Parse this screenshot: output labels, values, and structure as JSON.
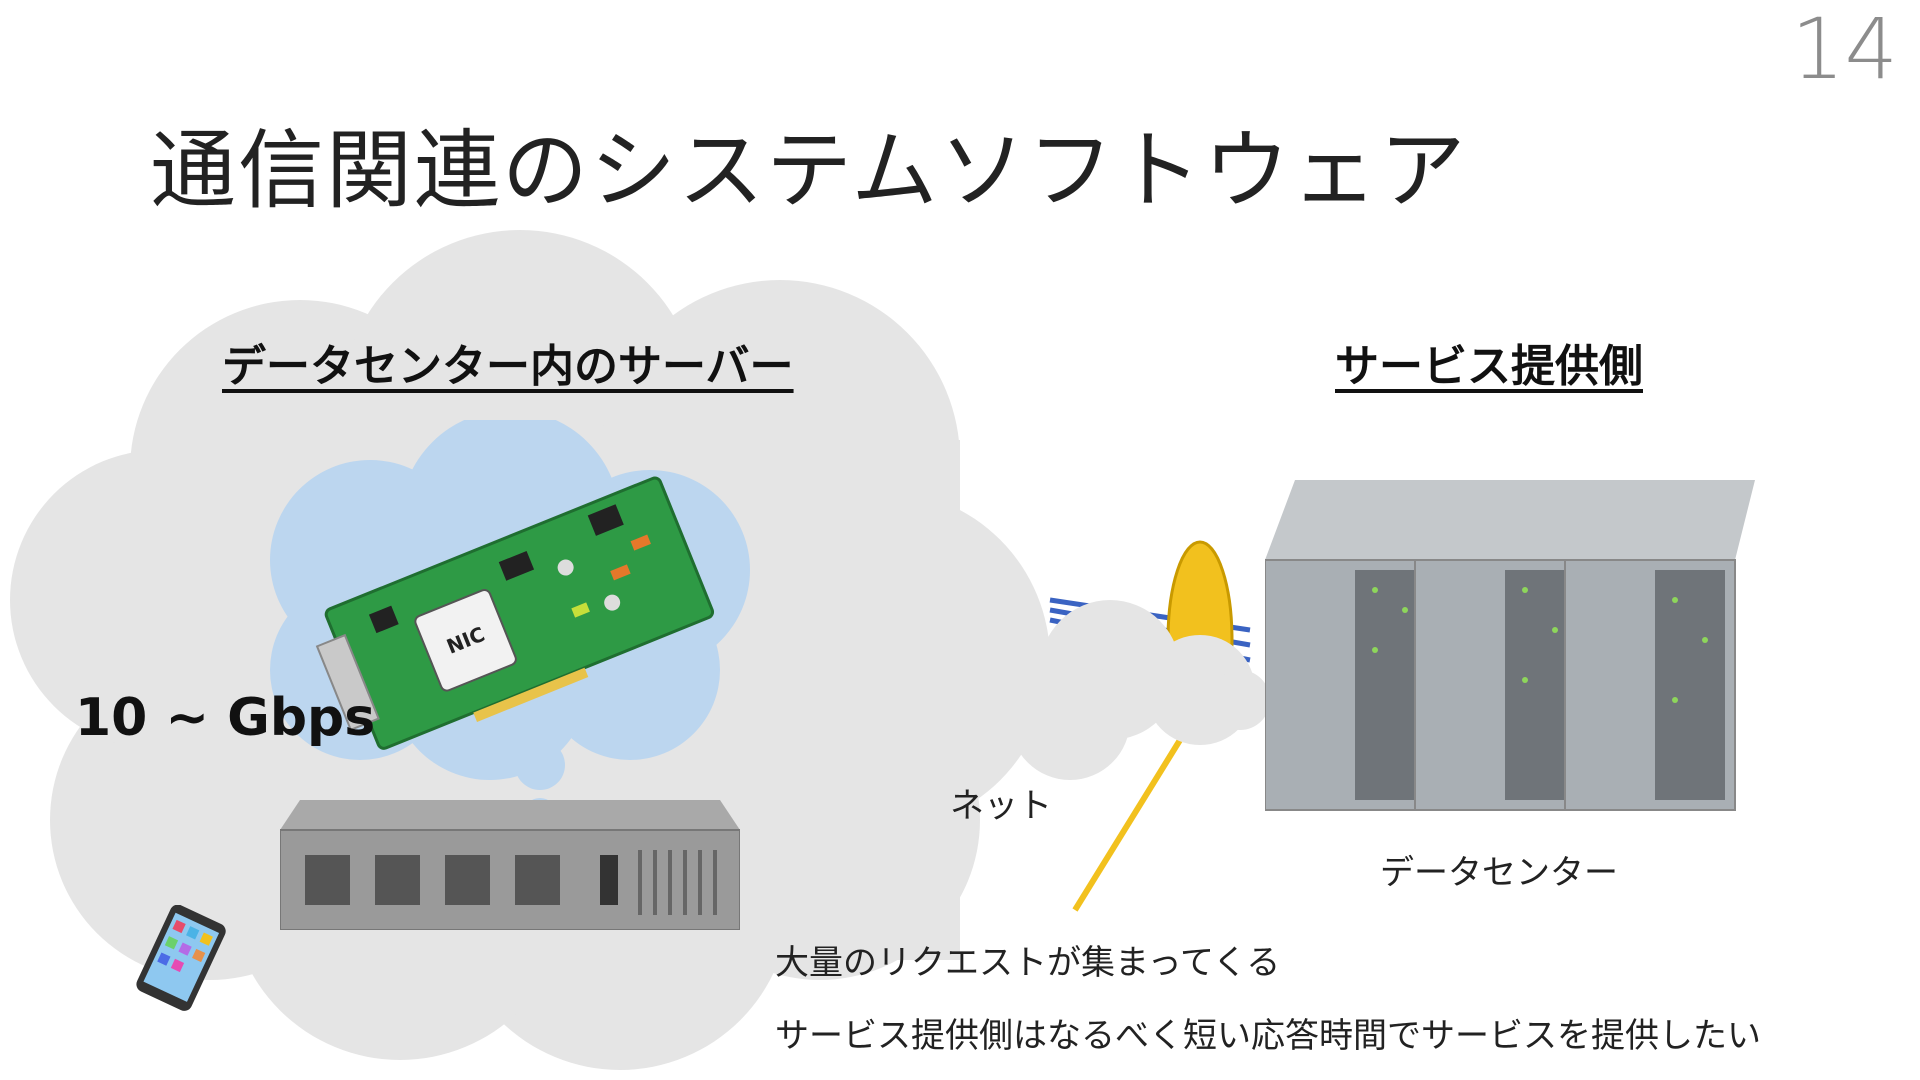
{
  "slide": {
    "page_number": "14",
    "title": "通信関連のシステムソフトウェア"
  },
  "left_panel": {
    "heading": "データセンター内のサーバー",
    "speed": "10 ~ Gbps",
    "nic_label": "NIC"
  },
  "right_panel": {
    "heading": "サービス提供側",
    "datacenter_label": "データセンター",
    "internet_label": "ネット"
  },
  "bullets": [
    "大量のリクエストが集まってくる",
    "サービス提供側はなるべく短い応答時間でサービスを提供したい"
  ],
  "colors": {
    "cloud_gray": "#e5e5e5",
    "thought_blue": "#bcd6ef",
    "pcb_green": "#2e9a45",
    "server_gray": "#a9afb4",
    "antenna_yellow": "#f2c11e",
    "cable_blue": "#3a63c2"
  }
}
